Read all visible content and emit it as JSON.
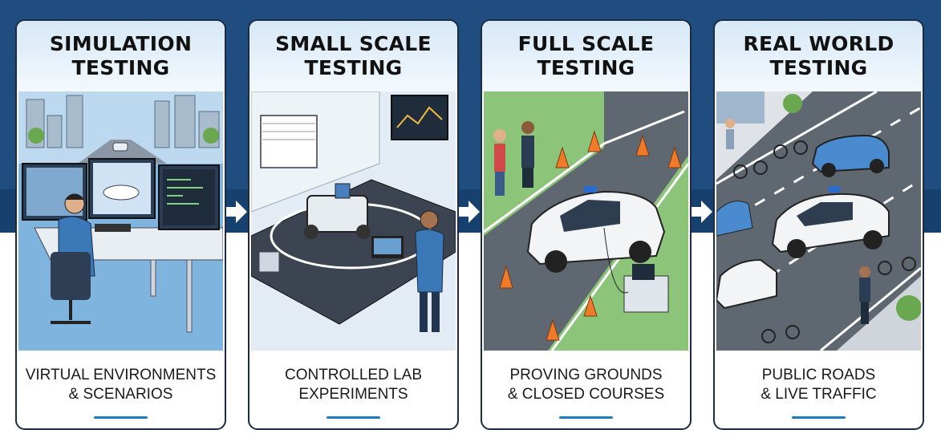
{
  "stages": [
    {
      "title_line1": "SIMULATION",
      "title_line2": "TESTING",
      "desc_line1": "VIRTUAL ENVIRONMENTS",
      "desc_line2": "& SCENARIOS"
    },
    {
      "title_line1": "SMALL SCALE",
      "title_line2": "TESTING",
      "desc_line1": "CONTROLLED LAB",
      "desc_line2": "EXPERIMENTS"
    },
    {
      "title_line1": "FULL SCALE",
      "title_line2": "TESTING",
      "desc_line1": "PROVING GROUNDS",
      "desc_line2": "& CLOSED COURSES"
    },
    {
      "title_line1": "REAL WORLD",
      "title_line2": "TESTING",
      "desc_line1": "PUBLIC ROADS",
      "desc_line2": "& LIVE TRAFFIC"
    }
  ],
  "colors": {
    "background": "#1f4d80",
    "accent": "#1b7bc0",
    "border": "#1c2a44"
  }
}
